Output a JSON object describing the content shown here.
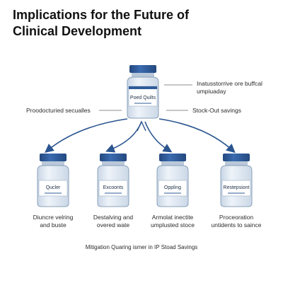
{
  "title": {
    "line1": "Implications for the Future of",
    "line2": "Clinical Development"
  },
  "center_vial": {
    "label": "Poed Quilts"
  },
  "side_labels": {
    "top_right_line1": "Inatusstorrive ore buffcal",
    "top_right_line2": "umpiuaday",
    "left": "Proodocturied secualles",
    "right": "Stock-Out savings"
  },
  "vials": [
    {
      "label": "Qucler",
      "caption_line1": "Diuncre velring",
      "caption_line2": "and buste"
    },
    {
      "label": "Excoonts",
      "caption_line1": "Destalving and",
      "caption_line2": "overed wate"
    },
    {
      "label": "Oppling",
      "caption_line1": "Armolat inectite",
      "caption_line2": "umplusted stoce"
    },
    {
      "label": "Restepsiont",
      "caption_line1": "Proceoration",
      "caption_line2": "untidents to saince"
    }
  ],
  "footer": "Mitigation Quaring ismer in IP Stoad Savings",
  "colors": {
    "cap": "#2f5b9a",
    "glass": "#dfe8f2",
    "glass_outline": "#8aa0b8",
    "arrow": "#2b5590"
  },
  "icons": [
    "medicine-vial-icon"
  ]
}
